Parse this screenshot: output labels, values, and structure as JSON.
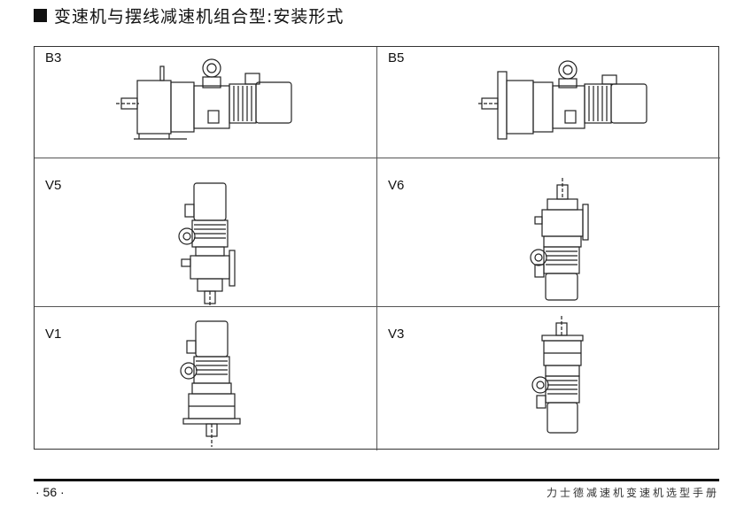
{
  "page": {
    "title": "变速机与摆线减速机组合型:安装形式",
    "page_number": "· 56 ·",
    "manual_name": "力士德减速机变速机选型手册"
  },
  "mounting_positions": [
    {
      "code": "B3"
    },
    {
      "code": "B5"
    },
    {
      "code": "V5"
    },
    {
      "code": "V6"
    },
    {
      "code": "V1"
    },
    {
      "code": "V3"
    }
  ]
}
